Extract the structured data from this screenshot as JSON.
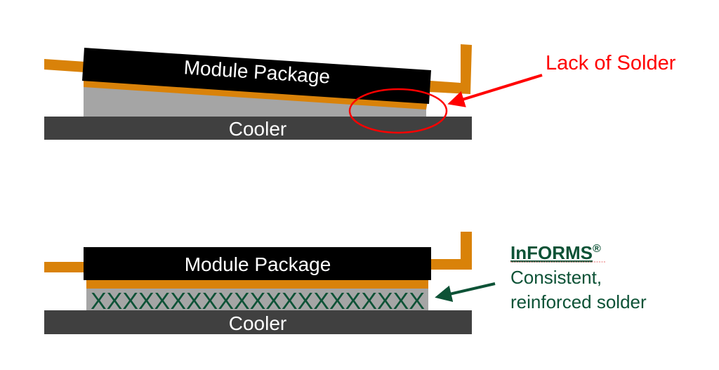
{
  "colors": {
    "package": "#000000",
    "lead": "#d98209",
    "solder_gap": "#a5a5a5",
    "cooler": "#404040",
    "callout_red": "#ff0000",
    "callout_green": "#0d5236",
    "spellcheck": "#e87070"
  },
  "top_diagram": {
    "package_label": "Module Package",
    "cooler_label": "Cooler",
    "callout": "Lack of Solder"
  },
  "bottom_diagram": {
    "package_label": "Module Package",
    "cooler_label": "Cooler",
    "reinforcement_pattern": "XXXXXXXXXXXXXXXXXXXXX",
    "callout_brand": "InFORMS",
    "callout_brand_mark": "®",
    "callout_line2": "Consistent,",
    "callout_line3": "reinforced solder"
  }
}
